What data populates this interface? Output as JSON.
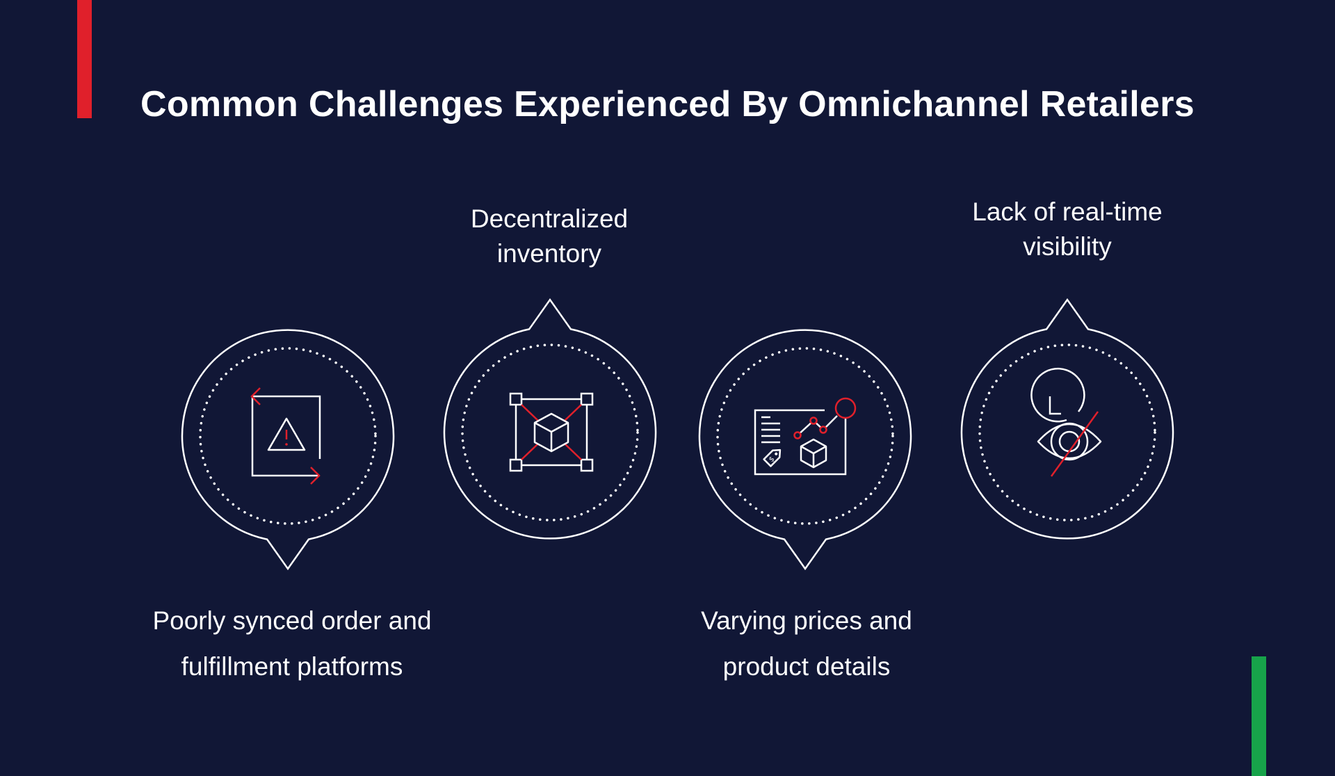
{
  "title": "Common Challenges Experienced By Omnichannel Retailers",
  "colors": {
    "background": "#111736",
    "accent_red": "#e0202b",
    "accent_green": "#17a34a",
    "line": "#ffffff"
  },
  "challenges": [
    {
      "line1": "Poorly synced order and",
      "line2": "fulfillment platforms",
      "icon": "sync-alert-icon",
      "label_position": "bottom"
    },
    {
      "line1": "Decentralized",
      "line2": "inventory",
      "icon": "inventory-cube-icon",
      "label_position": "top"
    },
    {
      "line1": "Varying prices and",
      "line2": "product details",
      "icon": "pricing-dashboard-icon",
      "label_position": "bottom"
    },
    {
      "line1": "Lack of real-time",
      "line2": "visibility",
      "icon": "hidden-eye-clock-icon",
      "label_position": "top"
    }
  ]
}
